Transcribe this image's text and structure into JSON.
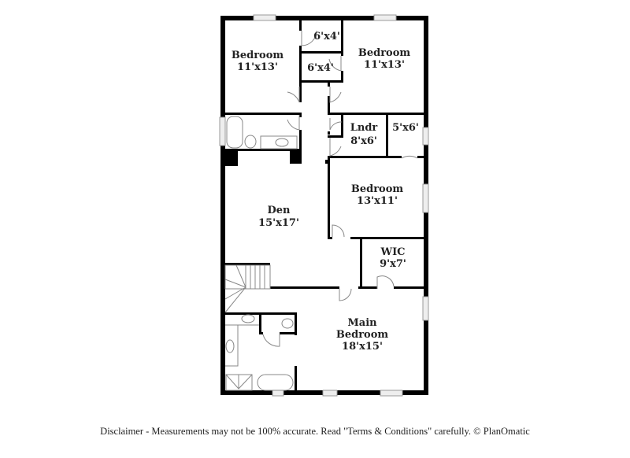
{
  "plan": {
    "title": "Floor Plan",
    "rooms": [
      {
        "id": "bedroom-nw",
        "name": "Bedroom",
        "size": "11'x13'"
      },
      {
        "id": "closet-1",
        "name": "",
        "size": "6'x4'"
      },
      {
        "id": "closet-2",
        "name": "",
        "size": "6'x4'"
      },
      {
        "id": "bedroom-ne",
        "name": "Bedroom",
        "size": "11'x13'"
      },
      {
        "id": "laundry",
        "name": "Lndr",
        "size": "8'x6'"
      },
      {
        "id": "closet-3",
        "name": "",
        "size": "5'x6'"
      },
      {
        "id": "bedroom-e",
        "name": "Bedroom",
        "size": "13'x11'"
      },
      {
        "id": "den",
        "name": "Den",
        "size": "15'x17'"
      },
      {
        "id": "wic",
        "name": "WIC",
        "size": "9'x7'"
      },
      {
        "id": "main-bedroom",
        "name": "Main Bedroom",
        "name_line1": "Main",
        "name_line2": "Bedroom",
        "size": "18'x15'"
      }
    ],
    "colors": {
      "wall": "#000000",
      "fixture": "#888888",
      "window": "#bbbbbb",
      "text": "#222222"
    }
  },
  "footer": {
    "disclaimer": "Disclaimer - Measurements may not be 100% accurate. Read \"Terms & Conditions\" carefully. © PlanOmatic"
  }
}
